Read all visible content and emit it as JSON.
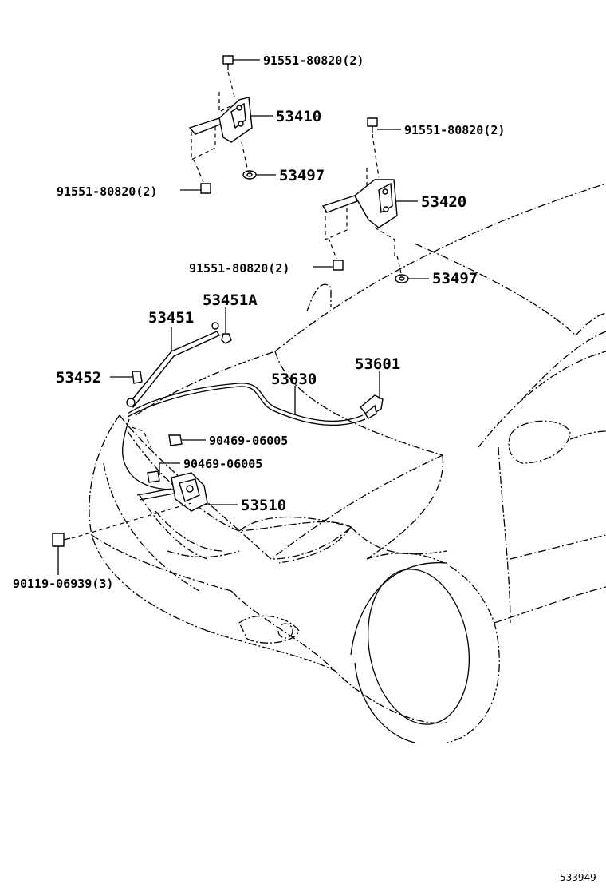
{
  "labels": {
    "bolt_top": "91551-80820(2)",
    "hinge_left": "53410",
    "washer_left": "53497",
    "bolt_left_lower": "91551-80820(2)",
    "bolt_right_upper": "91551-80820(2)",
    "hinge_right": "53420",
    "bolt_right_lower": "91551-80820(2)",
    "washer_right": "53497",
    "support_rod_holder": "53451A",
    "support_rod": "53451",
    "cushion": "53452",
    "release_cable": "53630",
    "release_lever": "53601",
    "clip_upper": "90469-06005",
    "clip_lower": "90469-06005",
    "lock_assembly": "53510",
    "bolt_lock": "90119-06939(3)"
  },
  "diagram_code": "533949"
}
